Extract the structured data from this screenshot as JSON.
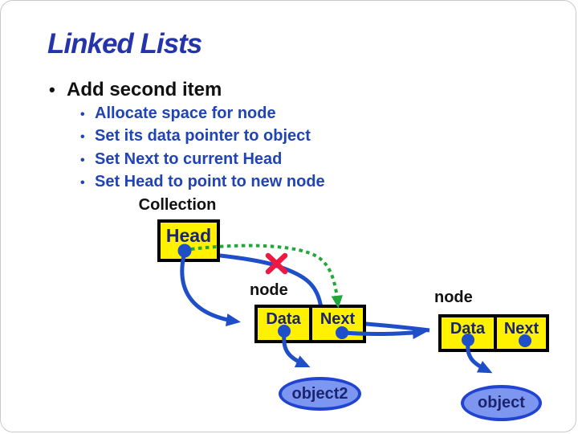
{
  "slide": {
    "title": "Linked Lists",
    "bullet_char": "•",
    "main_bullet": "Add second item",
    "sub_bullets": [
      {
        "text": "Allocate space for node"
      },
      {
        "text": "Set its data pointer to object"
      },
      {
        "text": "Set Next to current Head"
      },
      {
        "text": "Set Head to point to new node"
      }
    ],
    "collection_label": "Collection"
  },
  "diagram": {
    "head_box": {
      "label": "Head"
    },
    "node1": {
      "label": "node",
      "fields": [
        {
          "label": "Data"
        },
        {
          "label": "Next"
        }
      ]
    },
    "node2": {
      "label": "node",
      "fields": [
        {
          "label": "Data"
        },
        {
          "label": "Next"
        }
      ]
    },
    "object_new": {
      "label": "object2"
    },
    "object_old": {
      "label": "object"
    }
  },
  "colors": {
    "title_blue": "#2634AC",
    "bullet_blue": "#2144B4",
    "text_black": "#111111",
    "box_fill": "#FFF100",
    "box_border": "#000000",
    "label_navy": "#1A2470",
    "arrow_blue": "#1E4EC8",
    "dashed_green": "#22A73C",
    "cross_red": "#EC1A43",
    "ellipse_fill": "#7D97F0",
    "ellipse_border": "#2143D1"
  }
}
